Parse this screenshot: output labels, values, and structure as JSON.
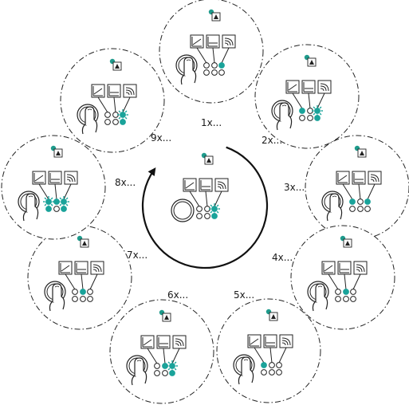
{
  "colors": {
    "line": "#222222",
    "led_on": "#1aa39a",
    "status_dot": "#1f9b8c",
    "background": "#ffffff"
  },
  "icons": [
    "curve-mode-icon",
    "constant-mode-icon",
    "wireless-mode-icon",
    "pump-icon",
    "finger-press-icon",
    "round-button-icon"
  ],
  "center": {
    "led_pattern": [
      "off",
      "off",
      "flash"
    ]
  },
  "steps": [
    {
      "count": "1x...",
      "led_pattern": [
        "off",
        "off",
        "on"
      ]
    },
    {
      "count": "2x...",
      "led_pattern": [
        "on",
        "off",
        "flash"
      ]
    },
    {
      "count": "3x...",
      "led_pattern": [
        "on",
        "off",
        "on"
      ]
    },
    {
      "count": "4x...",
      "led_pattern": [
        "off",
        "on",
        "off"
      ]
    },
    {
      "count": "5x...",
      "led_pattern": [
        "on",
        "off",
        "off"
      ]
    },
    {
      "count": "6x...",
      "led_pattern": [
        "off",
        "on",
        "flash"
      ]
    },
    {
      "count": "7x...",
      "led_pattern": [
        "off",
        "on",
        "off"
      ]
    },
    {
      "count": "8x...",
      "led_pattern": [
        "flash",
        "on",
        "flash"
      ]
    },
    {
      "count": "9x...",
      "led_pattern": [
        "off",
        "off",
        "flash"
      ]
    }
  ]
}
